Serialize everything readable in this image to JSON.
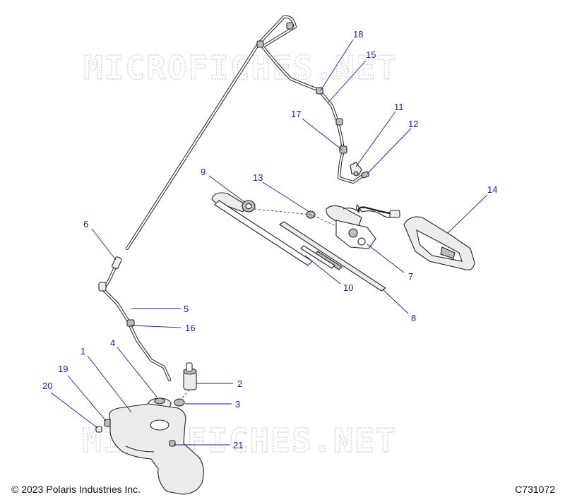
{
  "watermark": {
    "top": "MICROFICHES.NET",
    "bottom": "MICROFICHES.NET"
  },
  "callouts": [
    "1",
    "2",
    "3",
    "4",
    "5",
    "6",
    "7",
    "8",
    "9",
    "10",
    "11",
    "12",
    "13",
    "14",
    "15",
    "16",
    "17",
    "18",
    "19",
    "20",
    "21"
  ],
  "footer": {
    "copyright": "© 2023 Polaris Industries Inc.",
    "figure_id": "C731072"
  },
  "colors": {
    "callout_blue": "#1a1aa0",
    "line_art": "#222222",
    "watermark_gray": "#c8c8c8"
  }
}
